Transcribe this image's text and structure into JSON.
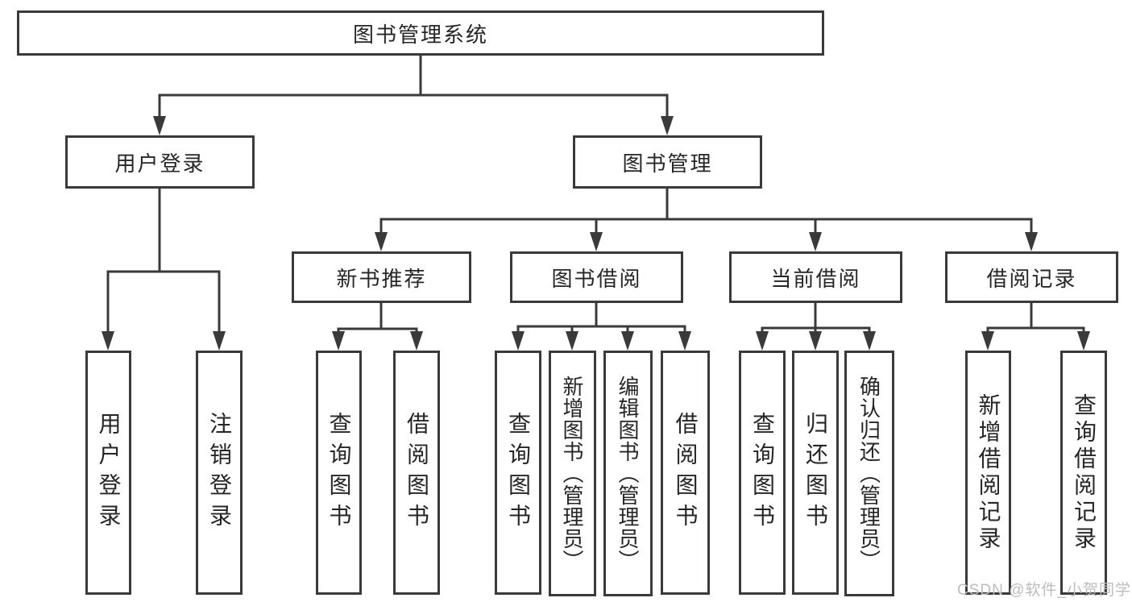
{
  "diagram": {
    "root": {
      "label": "图书管理系统"
    },
    "level1": [
      {
        "label": "用户登录"
      },
      {
        "label": "图书管理"
      }
    ],
    "level2": [
      {
        "label": "新书推荐"
      },
      {
        "label": "图书借阅"
      },
      {
        "label": "当前借阅"
      },
      {
        "label": "借阅记录"
      }
    ],
    "leaves": {
      "user_login": [
        "用户登录",
        "注销登录"
      ],
      "new_book": [
        "查询图书",
        "借阅图书"
      ],
      "book_borrow": [
        "查询图书",
        "新增图书（管理员）",
        "编辑图书（管理员）",
        "借阅图书"
      ],
      "current_borrow": [
        "查询图书",
        "归还图书",
        "确认归还（管理员）"
      ],
      "borrow_records": [
        "新增借阅记录",
        "查询借阅记录"
      ]
    }
  },
  "watermark": "CSDN @软件_小贺同学",
  "colors": {
    "line": "#3a3a3a",
    "text": "#262626",
    "watermark": "#bcbcbc",
    "background": "#ffffff"
  }
}
